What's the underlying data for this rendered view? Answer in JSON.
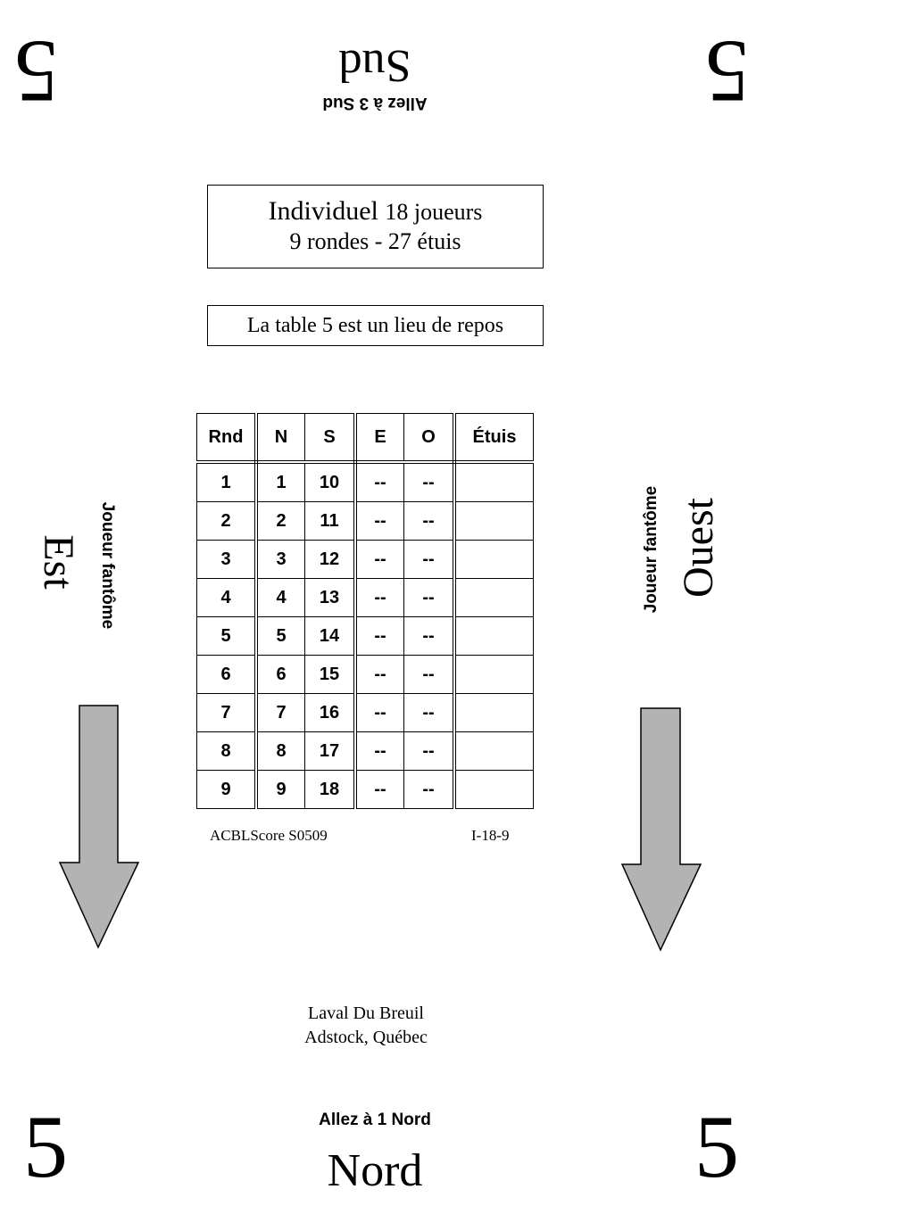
{
  "corners": {
    "top_left": "5",
    "top_right": "5",
    "bottom_left": "5",
    "bottom_right": "5"
  },
  "top": {
    "position": "Sud",
    "move": "Allez à 3 Sud"
  },
  "bottom": {
    "move": "Allez à 1 Nord",
    "position": "Nord"
  },
  "left": {
    "position": "Est",
    "player": "Joueur fantôme"
  },
  "right": {
    "position": "Ouest",
    "player": "Joueur fantôme"
  },
  "info_box": {
    "event": "Individuel",
    "players": "18 joueurs",
    "line2": "9 rondes - 27 étuis"
  },
  "rest_box": "La table 5 est un lieu de repos",
  "table": {
    "headers": [
      "Rnd",
      "N",
      "S",
      "E",
      "O",
      "Étuis"
    ],
    "rows": [
      [
        "1",
        "1",
        "10",
        "--",
        "--",
        ""
      ],
      [
        "2",
        "2",
        "11",
        "--",
        "--",
        ""
      ],
      [
        "3",
        "3",
        "12",
        "--",
        "--",
        ""
      ],
      [
        "4",
        "4",
        "13",
        "--",
        "--",
        ""
      ],
      [
        "5",
        "5",
        "14",
        "--",
        "--",
        ""
      ],
      [
        "6",
        "6",
        "15",
        "--",
        "--",
        ""
      ],
      [
        "7",
        "7",
        "16",
        "--",
        "--",
        ""
      ],
      [
        "8",
        "8",
        "17",
        "--",
        "--",
        ""
      ],
      [
        "9",
        "9",
        "18",
        "--",
        "--",
        ""
      ]
    ]
  },
  "footer_left": "ACBLScore S0509",
  "footer_right": "I-18-9",
  "credit": {
    "line1": "Laval Du Breuil",
    "line2": "Adstock, Québec"
  },
  "colors": {
    "arrow_fill": "#b3b3b3",
    "line": "#000000"
  }
}
